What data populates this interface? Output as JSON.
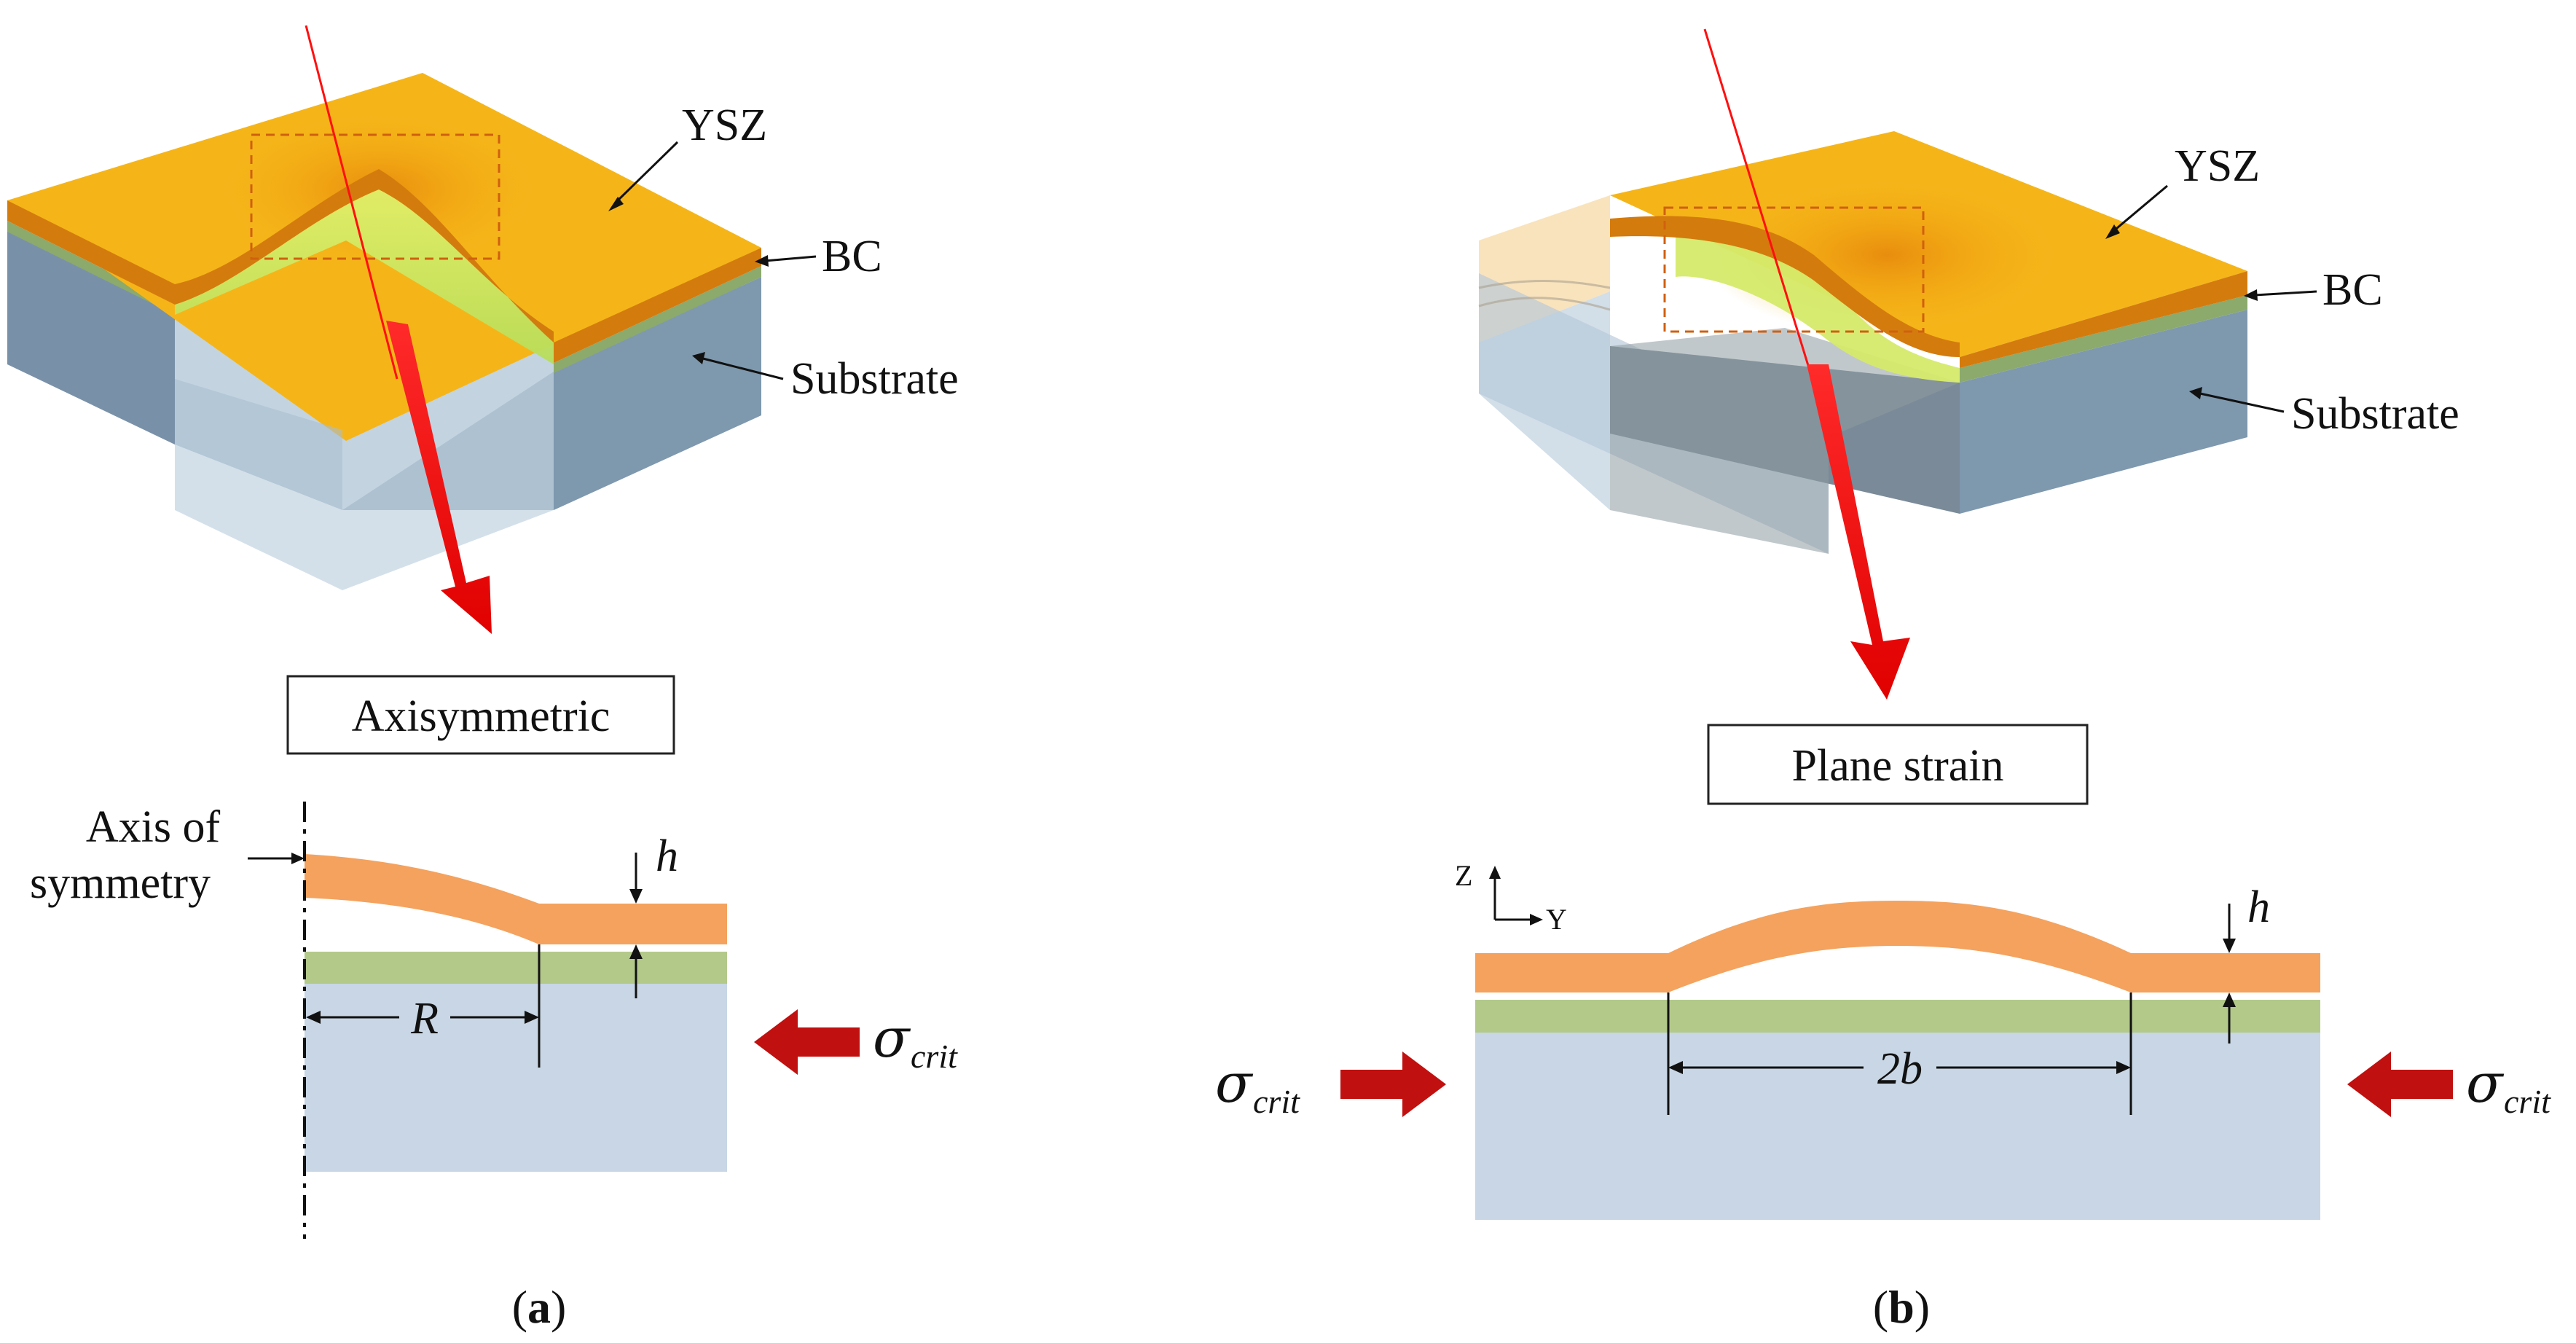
{
  "panel_a": {
    "label_ysz": "YSZ",
    "label_bc": "BC",
    "label_substrate": "Substrate",
    "mode_box": "Axisymmetric",
    "axis_line1": "Axis of",
    "axis_line2": "symmetry",
    "dim_h": "h",
    "dim_r": "R",
    "sigma": "σ",
    "sigma_sub": "crit",
    "caption_open": "(",
    "caption_letter": "a",
    "caption_close": ")"
  },
  "panel_b": {
    "label_ysz": "YSZ",
    "label_bc": "BC",
    "label_substrate": "Substrate",
    "mode_box": "Plane strain",
    "axis_z": "Z",
    "axis_y": "Y",
    "dim_h": "h",
    "dim_2b": "2b",
    "sigma": "σ",
    "sigma_sub": "crit",
    "caption_open": "(",
    "caption_letter": "b",
    "caption_close": ")"
  },
  "colors": {
    "ysz_top": "#F5B519",
    "ysz_side": "#D47B0E",
    "bc": "#8BAA6C",
    "substrate_side": "#7E98AE",
    "substrate_light": "#B9CCDA",
    "coat_2d": "#F4A25E",
    "bc_2d": "#B3C98A",
    "substrate_2d": "#C8D6E5",
    "arrow_red": "#C0100F",
    "pointer_red": "#FF1010"
  }
}
